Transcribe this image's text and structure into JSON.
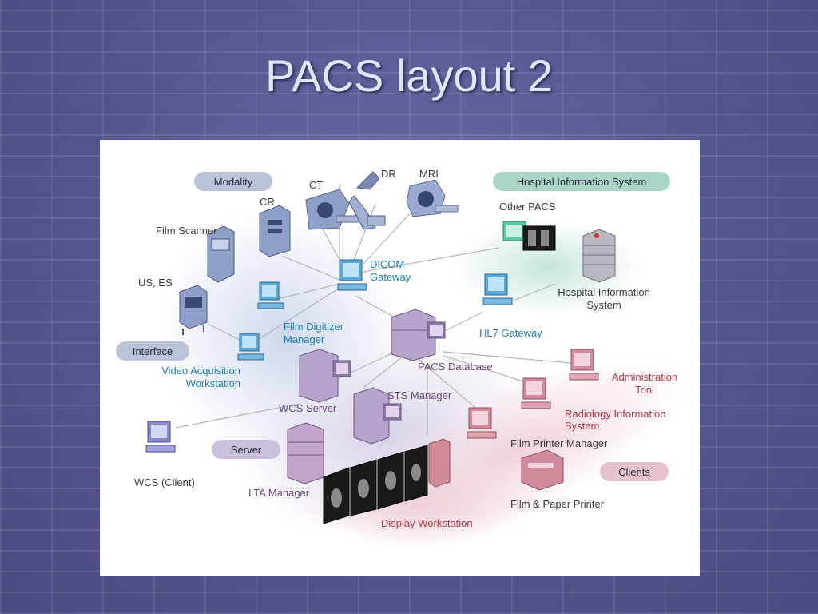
{
  "slide": {
    "title": "PACS layout 2"
  },
  "groups": {
    "modality": "Modality",
    "his": "Hospital Information System",
    "interface": "Interface",
    "server": "Server",
    "clients": "Clients"
  },
  "nodes": {
    "ct": "CT",
    "dr": "DR",
    "mri": "MRI",
    "cr": "CR",
    "film_scanner": "Film Scanner",
    "us_es": "US, ES",
    "other_pacs": "Other PACS",
    "dicom_gateway": [
      "DICOM",
      "Gateway"
    ],
    "hospital_info_system": [
      "Hospital Information",
      "System"
    ],
    "film_digitizer_manager": [
      "Film Digitizer",
      "Manager"
    ],
    "hl7_gateway": "HL7 Gateway",
    "video_acq_ws": [
      "Video Acquisition",
      "Workstation"
    ],
    "pacs_database": "PACS Database",
    "admin_tool": [
      "Administration",
      "Tool"
    ],
    "sts_manager": "STS Manager",
    "wcs_server": "WCS Server",
    "ris": [
      "Radiology Information",
      "System"
    ],
    "film_printer_manager": "Film Printer Manager",
    "wcs_client": "WCS (Client)",
    "lta_manager": "LTA Manager",
    "film_paper_printer": "Film & Paper Printer",
    "display_workstation": "Display Workstation"
  },
  "colors": {
    "modality_pill": "#b9c3da",
    "his_pill": "#a9d6c8",
    "interface_pill": "#b9c3da",
    "server_pill": "#c9c1dc",
    "clients_pill": "#e6c2cc"
  }
}
